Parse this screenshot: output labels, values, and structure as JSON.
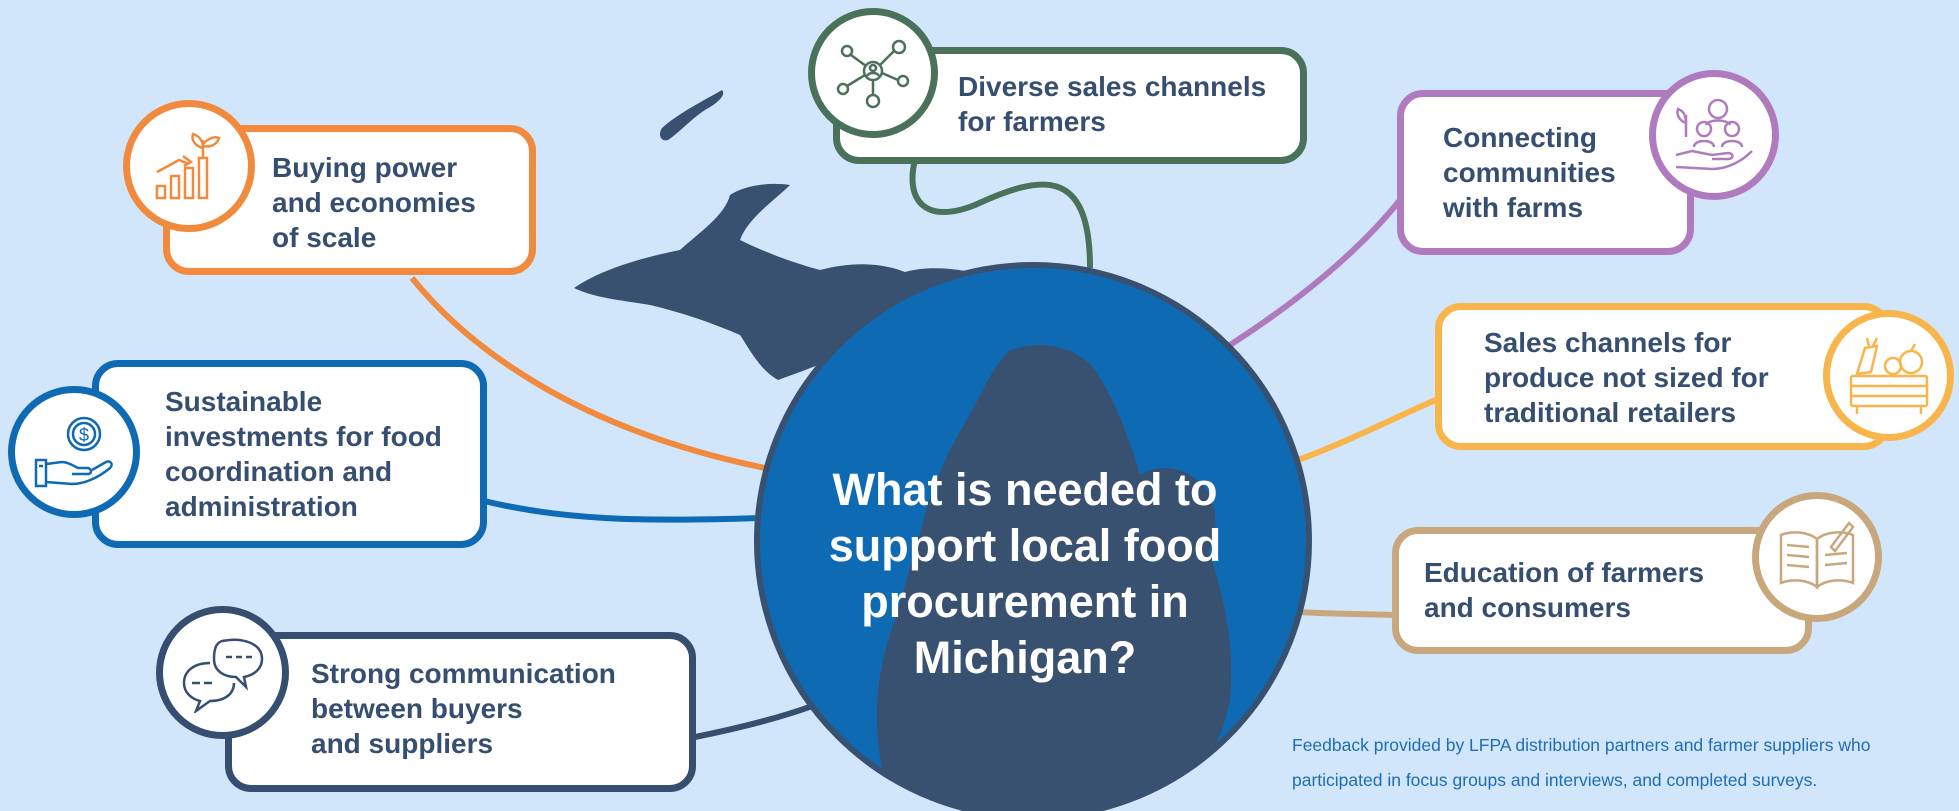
{
  "title": "What is needed to\nsupport local food\nprocurement in\nMichigan?",
  "footnote": "Feedback provided by LFPA distribution partners and farmer suppliers who\nparticipated in focus groups and interviews, and completed surveys.",
  "nodes": [
    {
      "id": "diverse",
      "label": "Diverse sales channels\nfor farmers",
      "color": "#4a7159",
      "icon": "network-people-icon"
    },
    {
      "id": "buying",
      "label": "Buying power\nand economies\nof scale",
      "color": "#f18a3c",
      "icon": "growth-chart-plant-icon"
    },
    {
      "id": "sustainable",
      "label": "Sustainable\ninvestments for food\ncoordination and\nadministration",
      "color": "#0f6ab4",
      "icon": "hand-coin-icon"
    },
    {
      "id": "communication",
      "label": "Strong communication\nbetween buyers\nand suppliers",
      "color": "#364e6f",
      "icon": "speech-bubbles-icon"
    },
    {
      "id": "connecting",
      "label": "Connecting\ncommunities\nwith farms",
      "color": "#b07bbe",
      "icon": "community-hand-icon"
    },
    {
      "id": "produce",
      "label": "Sales channels for\nproduce not sized for\ntraditional retailers",
      "color": "#f8b54b",
      "icon": "produce-crate-icon"
    },
    {
      "id": "education",
      "label": "Education of farmers\nand consumers",
      "color": "#c8a77d",
      "icon": "open-book-icon"
    }
  ],
  "colors": {
    "background": "#d1e6fb",
    "globe": "#0f6ab4",
    "land": "#385170",
    "text": "#364e6f"
  }
}
